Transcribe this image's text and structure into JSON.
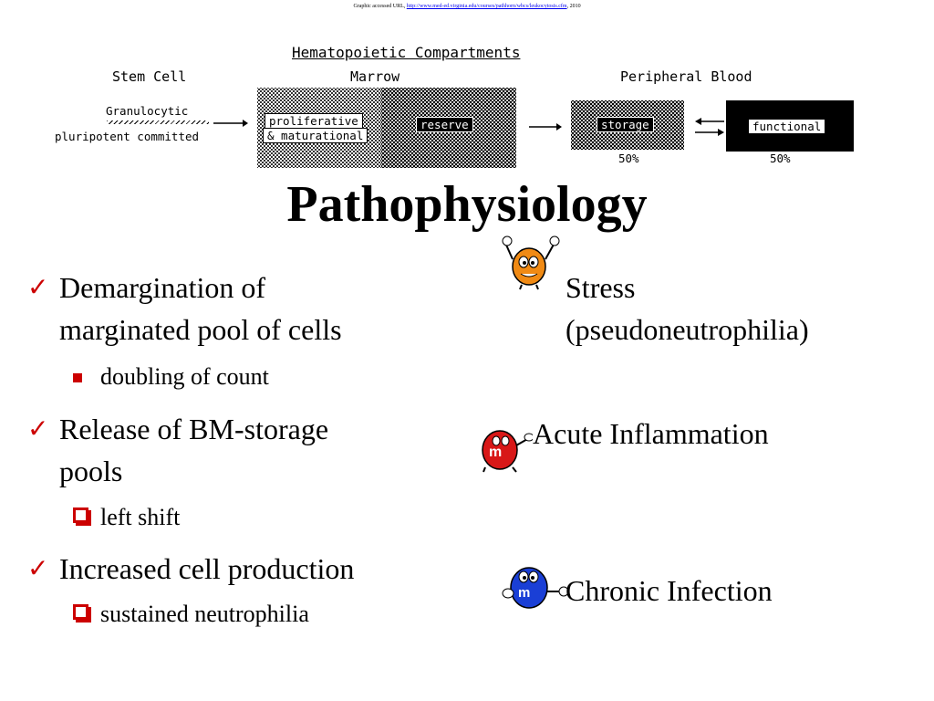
{
  "caption": {
    "prefix": "Graphic accessed URL",
    "url": "http://www.med-ed.virginia.edu/courses/pathhorn/wbcs/leukocytosis.cfm",
    "suffix": ", 2010"
  },
  "diagram": {
    "title": "Hematopoietic Compartments",
    "stem_cell": "Stem Cell",
    "marrow": "Marrow",
    "peripheral_blood": "Peripheral Blood",
    "granulocytic": "Granulocytic",
    "pluripotent_committed": "pluripotent committed",
    "proliferative": "proliferative",
    "maturational": "& maturational",
    "reserve": "reserve",
    "storage": "storage",
    "functional": "functional",
    "storage_pct": "50%",
    "functional_pct": "50%"
  },
  "title": "Pathophysiology",
  "bullets": [
    {
      "text_line1": "Demargination of",
      "text_line2": "marginated pool of cells",
      "sub": "doubling of count",
      "sub_marker": "square"
    },
    {
      "text_line1": "Release of BM-storage",
      "text_line2": "pools",
      "sub": "left shift",
      "sub_marker": "checkbox"
    },
    {
      "text_line1": "Increased cell production",
      "sub": "sustained neutrophilia",
      "sub_marker": "checkbox"
    }
  ],
  "right": {
    "stress_line1": "Stress",
    "stress_line2": "(pseudoneutrophilia)",
    "acute": "Acute Inflammation",
    "chronic": "Chronic Infection",
    "candy_colors": {
      "orange": "#f08a14",
      "red": "#d81818",
      "blue": "#1a3fd6"
    }
  },
  "colors": {
    "check": "#cc0000",
    "link": "#0000ee"
  }
}
